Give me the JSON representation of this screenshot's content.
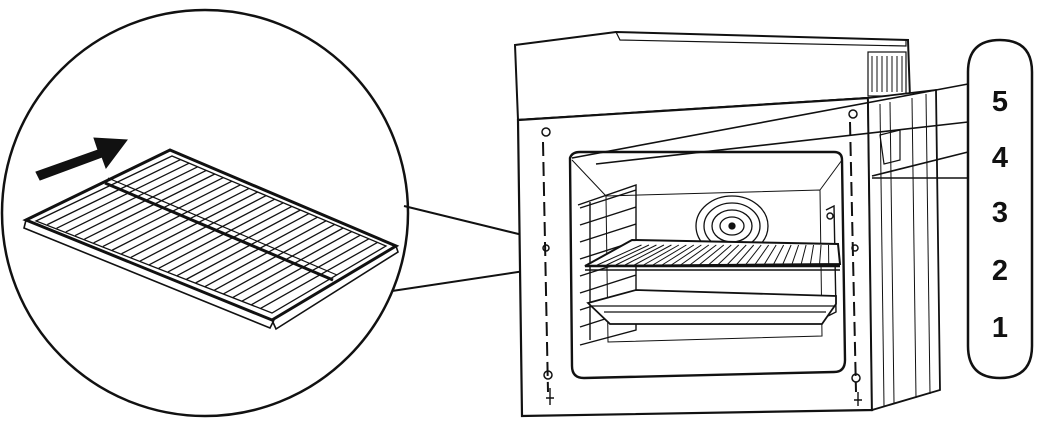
{
  "shelf_level_labels": [
    "5",
    "4",
    "3",
    "2",
    "1"
  ],
  "colors": {
    "line": "#111111",
    "background": "#ffffff"
  },
  "icons": [
    "arrow-right-icon"
  ]
}
